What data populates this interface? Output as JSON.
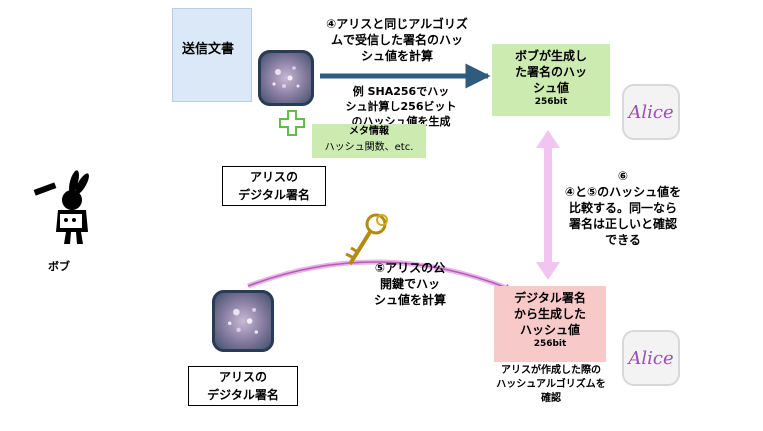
{
  "document": {
    "label": "送信文書"
  },
  "step4": {
    "lines": [
      "④アリスと同じアルゴリズ",
      "ムで受信した署名のハッ",
      "シュ値を計算"
    ]
  },
  "example": {
    "lines": [
      "例 SHA256でハッ",
      "シュ計算し256ビット",
      "のハッシュ値を生成"
    ]
  },
  "meta": {
    "title": "メタ情報",
    "detail": "ハッシュ関数、etc."
  },
  "signature_top": {
    "lines": [
      "アリスの",
      "デジタル署名"
    ]
  },
  "bob_hash": {
    "lines": [
      "ボブが生成し",
      "た署名のハッ",
      "シュ値"
    ],
    "bits": "256bit"
  },
  "alice_top": {
    "label": "Alice"
  },
  "step6": {
    "lines": [
      "⑥",
      "④と⑤のハッシュ値を",
      "比較する。同一なら",
      "署名は正しいと確認",
      "できる"
    ]
  },
  "bob": {
    "label": "ボブ"
  },
  "step5": {
    "lines": [
      "⑤アリスの公",
      "開鍵でハッ",
      "シュ値を計算"
    ]
  },
  "sig_hash": {
    "lines": [
      "デジタル署名",
      "から生成した",
      "ハッシュ値"
    ],
    "bits": "256bit"
  },
  "alice_bottom": {
    "label": "Alice"
  },
  "signature_bottom": {
    "lines": [
      "アリスの",
      "デジタル署名"
    ]
  },
  "note": {
    "lines": [
      "アリスが作成した際の",
      "ハッシュアルゴリズムを",
      "確認"
    ]
  },
  "colors": {
    "green": "#ccebb0",
    "pink": "#f8c9c9",
    "arrow_dark": "#2f5c7e",
    "arrow_pink": "#f2c4f2",
    "alice_purple": "#9b4fb3"
  }
}
